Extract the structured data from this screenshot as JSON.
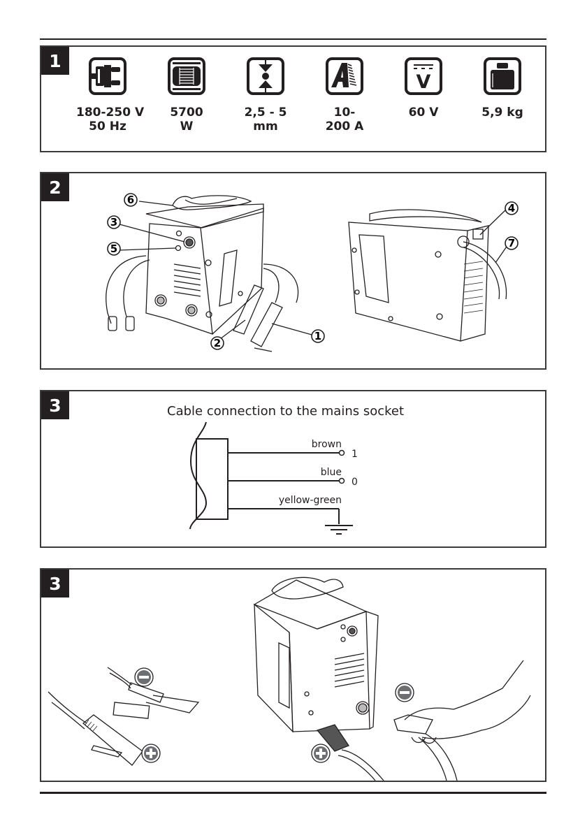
{
  "panels": [
    {
      "number": "1",
      "specs": [
        {
          "icon": "plug-icon",
          "line1": "180-250 V",
          "line2": "50 Hz"
        },
        {
          "icon": "power-coil-icon",
          "line1": "5700",
          "line2": "W"
        },
        {
          "icon": "electrode-diameter-icon",
          "line1": "2,5 - 5",
          "line2": "mm"
        },
        {
          "icon": "current-range-icon",
          "line1": "10-",
          "line2": "200 A"
        },
        {
          "icon": "dc-voltage-icon",
          "line1": "60 V",
          "line2": ""
        },
        {
          "icon": "weight-icon",
          "line1": "5,9 kg",
          "line2": ""
        }
      ]
    },
    {
      "number": "2",
      "callouts": [
        "1",
        "2",
        "3",
        "4",
        "5",
        "6",
        "7"
      ]
    },
    {
      "number": "3",
      "title": "Cable connection to the mains socket",
      "wires": [
        {
          "color_label": "brown",
          "terminal": "1"
        },
        {
          "color_label": "blue",
          "terminal": "0"
        },
        {
          "color_label": "yellow-green",
          "terminal": "ground"
        }
      ],
      "dc_symbol": "V"
    },
    {
      "number": "3",
      "polarity": {
        "minus": "−",
        "plus": "+"
      }
    }
  ]
}
